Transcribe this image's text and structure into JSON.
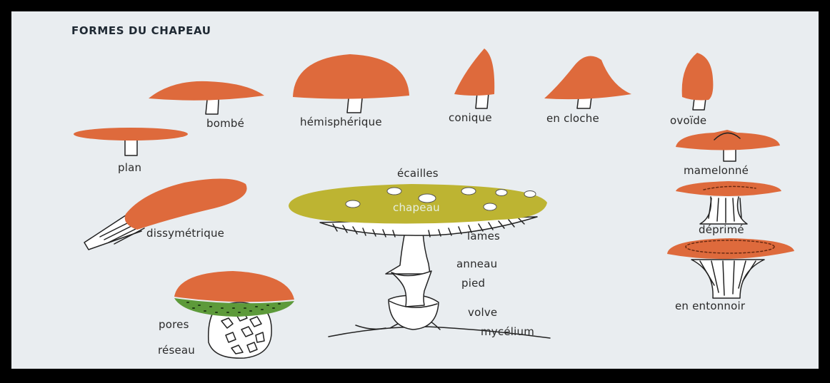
{
  "title": "FORMES DU CHAPEAU",
  "colors": {
    "cap": "#de6a3c",
    "cap_yellow": "#bdb432",
    "pores": "#5d9a3a",
    "paper": "#e9edf0",
    "frame": "#000000"
  },
  "labels": {
    "bombe": "bombé",
    "hemispherique": "hémisphérique",
    "conique": "conique",
    "en_cloche": "en cloche",
    "ovoide": "ovoïde",
    "plan": "plan",
    "mamelonne": "mamelonné",
    "dissymetrique": "dissymétrique",
    "ecailles": "écailles",
    "chapeau": "chapeau",
    "lames": "lames",
    "anneau": "anneau",
    "pied": "pied",
    "volve": "volve",
    "mycelium": "mycélium",
    "deprime": "déprimé",
    "en_entonnoir": "en entonnoir",
    "pores": "pores",
    "reseau": "réseau"
  }
}
